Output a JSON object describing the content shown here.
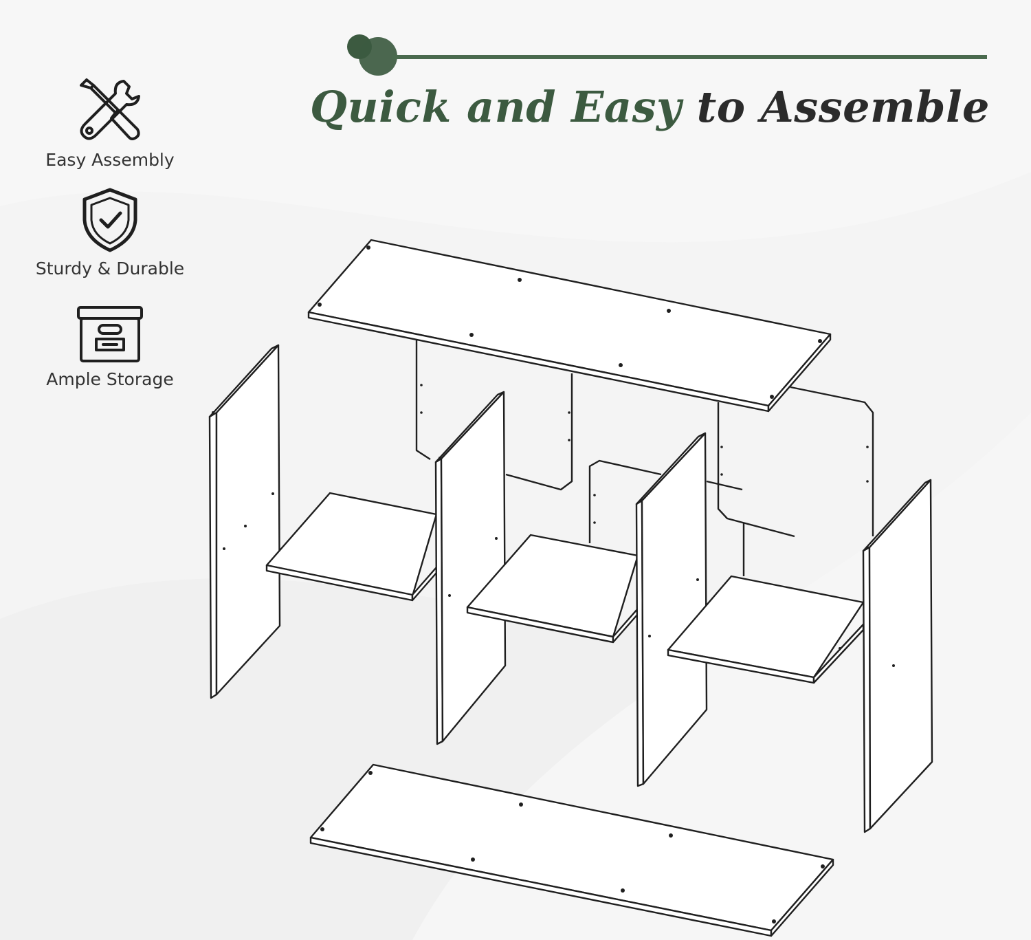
{
  "headline": {
    "accent_text": "Quick and Easy",
    "rest_text": " to Assemble",
    "accent_color": "#3c5a40",
    "text_color": "#2b2b2b"
  },
  "features": [
    {
      "icon": "tools-icon",
      "label": "Easy Assembly"
    },
    {
      "icon": "shield-check-icon",
      "label": "Sturdy & Durable"
    },
    {
      "icon": "storage-box-icon",
      "label": "Ample Storage"
    }
  ],
  "colors": {
    "background": "#f4f4f4",
    "accent": "#3c5a40",
    "line": "#1f1f1f"
  }
}
